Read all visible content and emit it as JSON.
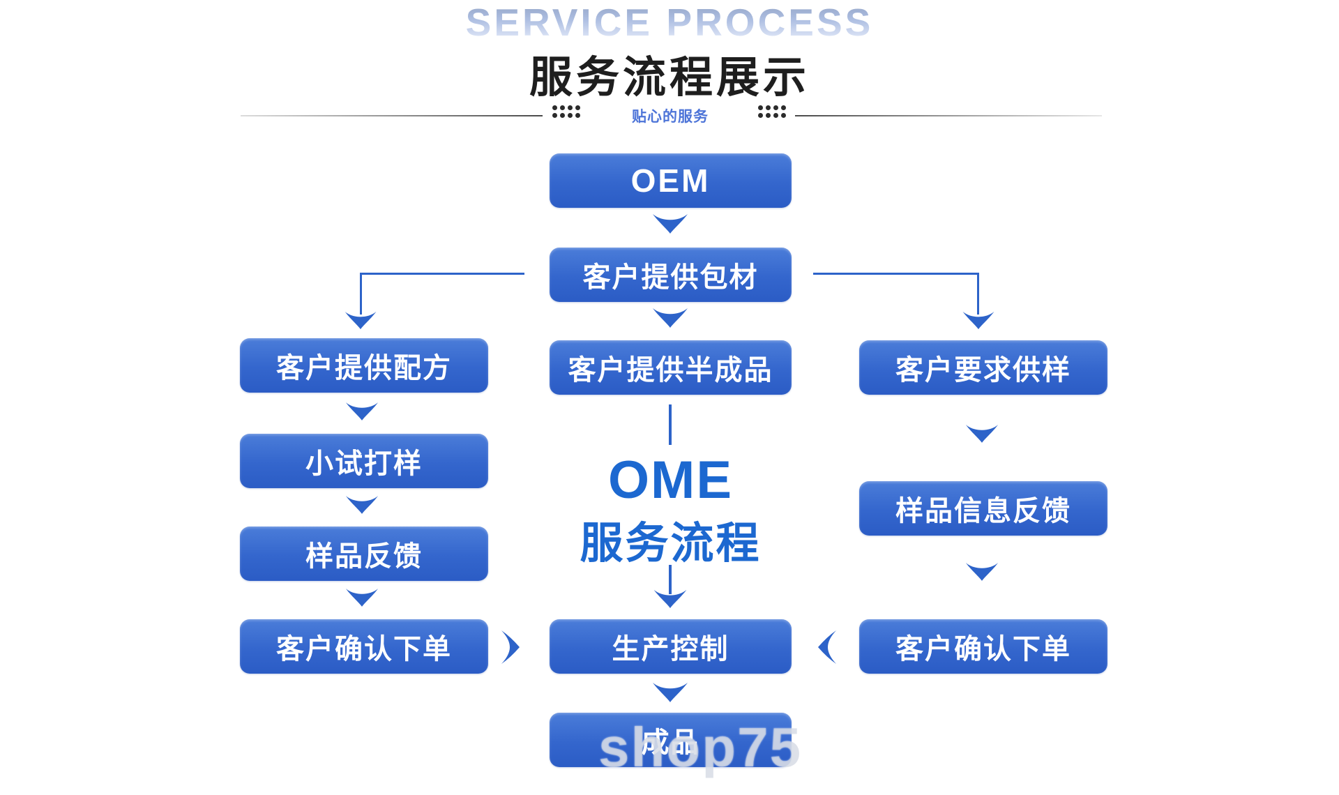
{
  "header": {
    "title_en": "SERVICE PROCESS",
    "title_zh": "服务流程展示",
    "tagline": "贴心的服务"
  },
  "colors": {
    "box_blue_top": "#4b7dd9",
    "box_blue_bottom": "#2b5cc5",
    "arrow_blue": "#2d63c9",
    "caption_blue": "#1c68d0",
    "tagline_blue": "#4d74d8",
    "title_black": "#1e1e1e",
    "title_gradient_top": "#8fa0c2",
    "title_gradient_bottom": "#e9eefb"
  },
  "flow": {
    "oem": "OEM",
    "packaging": "客户提供包材",
    "caption": {
      "line1": "OME",
      "line2": "服务流程"
    },
    "left": [
      "客户提供配方",
      "小试打样",
      "样品反馈",
      "客户确认下单"
    ],
    "center": [
      "客户提供半成品",
      "生产控制",
      "成品"
    ],
    "right": [
      "客户要求供样",
      "样品信息反馈",
      "客户确认下单"
    ],
    "watermark": "shop75"
  }
}
